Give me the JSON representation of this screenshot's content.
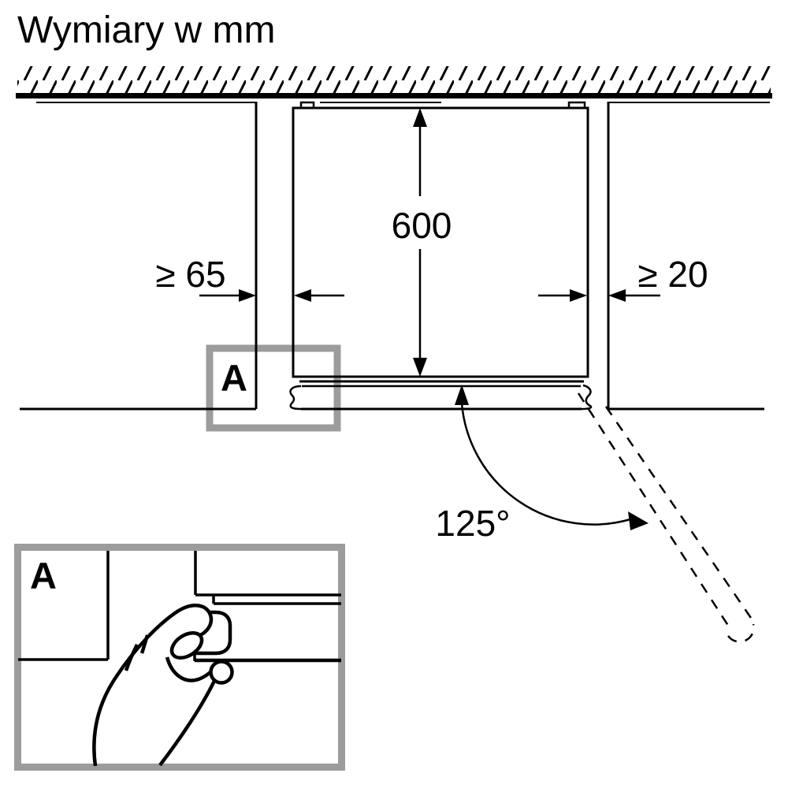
{
  "title": "Wymiary w mm",
  "diagram": {
    "depth_label": "600",
    "left_gap_label": "≥ 65",
    "right_gap_label": "≥ 20",
    "angle_label": "125°",
    "callout_label": "A"
  },
  "detail_view": {
    "label": "A"
  },
  "colors": {
    "line": "#000000",
    "callout": "#9c9c9c",
    "background": "#ffffff"
  }
}
